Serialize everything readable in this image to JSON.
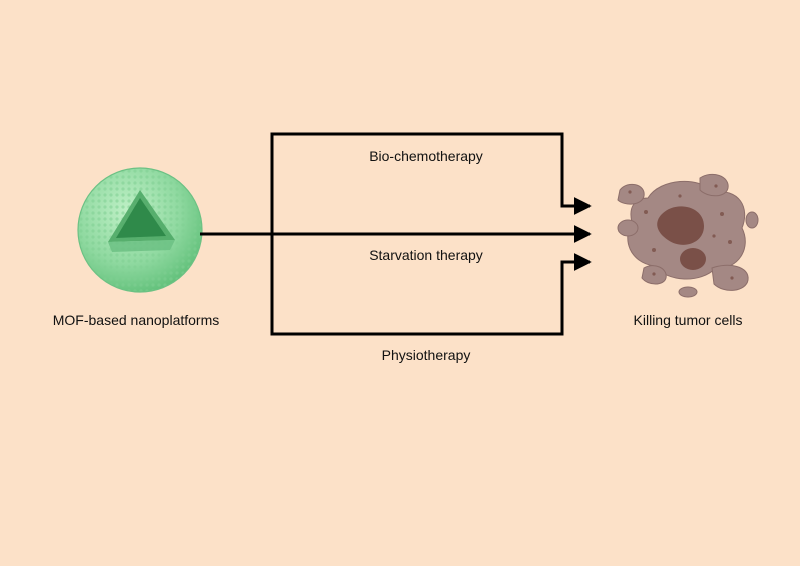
{
  "colors": {
    "background": "#fce1c8",
    "arrow": "#000000",
    "nanoparticle_shell": "#8fd9a0",
    "nanoparticle_core": "#2f8a4a",
    "tumor_cell_fill": "#a48884",
    "tumor_nucleus": "#7a5048"
  },
  "source": {
    "label": "MOF-based nanoplatforms",
    "icon": "mof-nanoparticle-icon"
  },
  "target": {
    "label": "Killing tumor cells",
    "icon": "tumor-cell-icon"
  },
  "therapies": [
    {
      "label": "Bio-chemotherapy"
    },
    {
      "label": "Starvation therapy"
    },
    {
      "label": "Physiotherapy"
    }
  ]
}
